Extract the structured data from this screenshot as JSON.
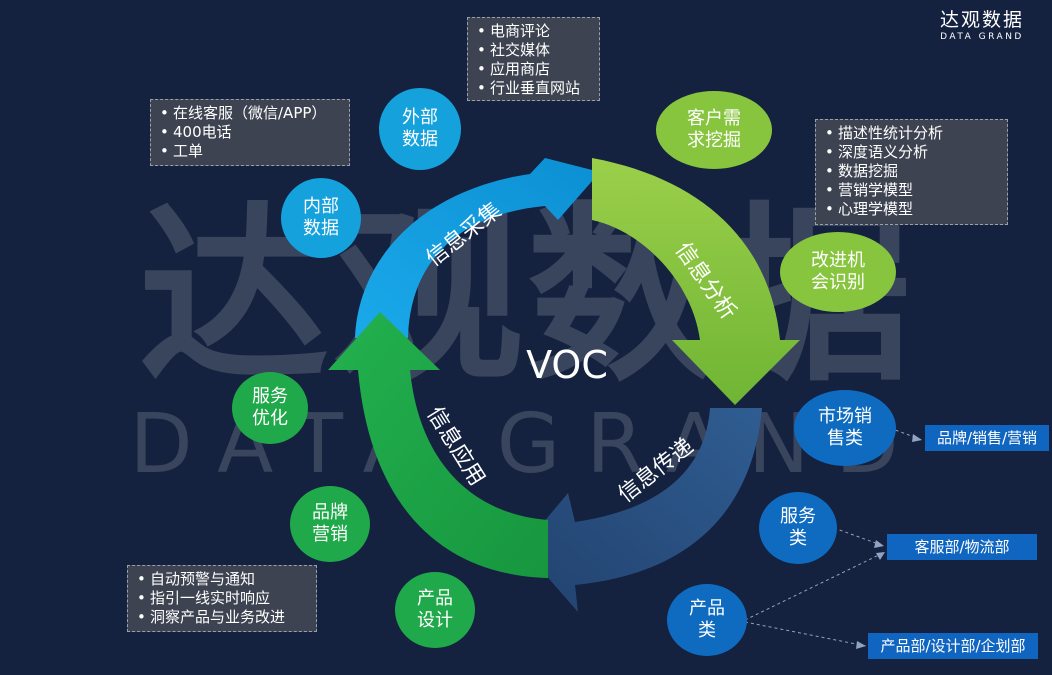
{
  "logo": {
    "cn": "达观数据",
    "en": "DATA GRAND"
  },
  "watermark": {
    "cn": "达观数据",
    "en": "DATA GRAND"
  },
  "center": {
    "label": "VOC"
  },
  "cycle": [
    {
      "id": "collect",
      "label": "信息采集",
      "color": "#17a6e4"
    },
    {
      "id": "analyze",
      "label": "信息分析",
      "color": "#89c341"
    },
    {
      "id": "deliver",
      "label": "信息传递",
      "color": "#2a4f80"
    },
    {
      "id": "apply",
      "label": "信息应用",
      "color": "#20a94a"
    }
  ],
  "boxes": {
    "external_sources": [
      "电商评论",
      "社交媒体",
      "应用商店",
      "行业垂直网站"
    ],
    "internal_sources": [
      "在线客服（微信/APP）",
      "400电话",
      "工单"
    ],
    "analysis_methods": [
      "描述性统计分析",
      "深度语义分析",
      "数据挖掘",
      "营销学模型",
      "心理学模型"
    ],
    "applications": [
      "自动预警与通知",
      "指引一线实时响应",
      "洞察产品与业务改进"
    ]
  },
  "circles": {
    "external": {
      "line1": "外部",
      "line2": "数据",
      "color": "#14a1dc"
    },
    "internal": {
      "line1": "内部",
      "line2": "数据",
      "color": "#14a1dc"
    },
    "customer_needs": {
      "line1": "客户需",
      "line2": "求挖掘",
      "color": "#88c53f"
    },
    "improvement": {
      "line1": "改进机",
      "line2": "会识别",
      "color": "#88c53f"
    },
    "marketing": {
      "line1": "市场销",
      "line2": "售类",
      "color": "#0f6bc0"
    },
    "service": {
      "line1": "服务",
      "line2": "类",
      "color": "#0f6bc0"
    },
    "product": {
      "line1": "产品",
      "line2": "类",
      "color": "#0f6bc0"
    },
    "service_opt": {
      "line1": "服务",
      "line2": "优化",
      "color": "#20a94a"
    },
    "brand": {
      "line1": "品牌",
      "line2": "营销",
      "color": "#20a94a"
    },
    "design": {
      "line1": "产品",
      "line2": "设计",
      "color": "#20a94a"
    }
  },
  "tags": {
    "marketing_dept": "品牌/销售/营销",
    "service_dept": "客服部/物流部",
    "product_dept": "产品部/设计部/企划部"
  }
}
